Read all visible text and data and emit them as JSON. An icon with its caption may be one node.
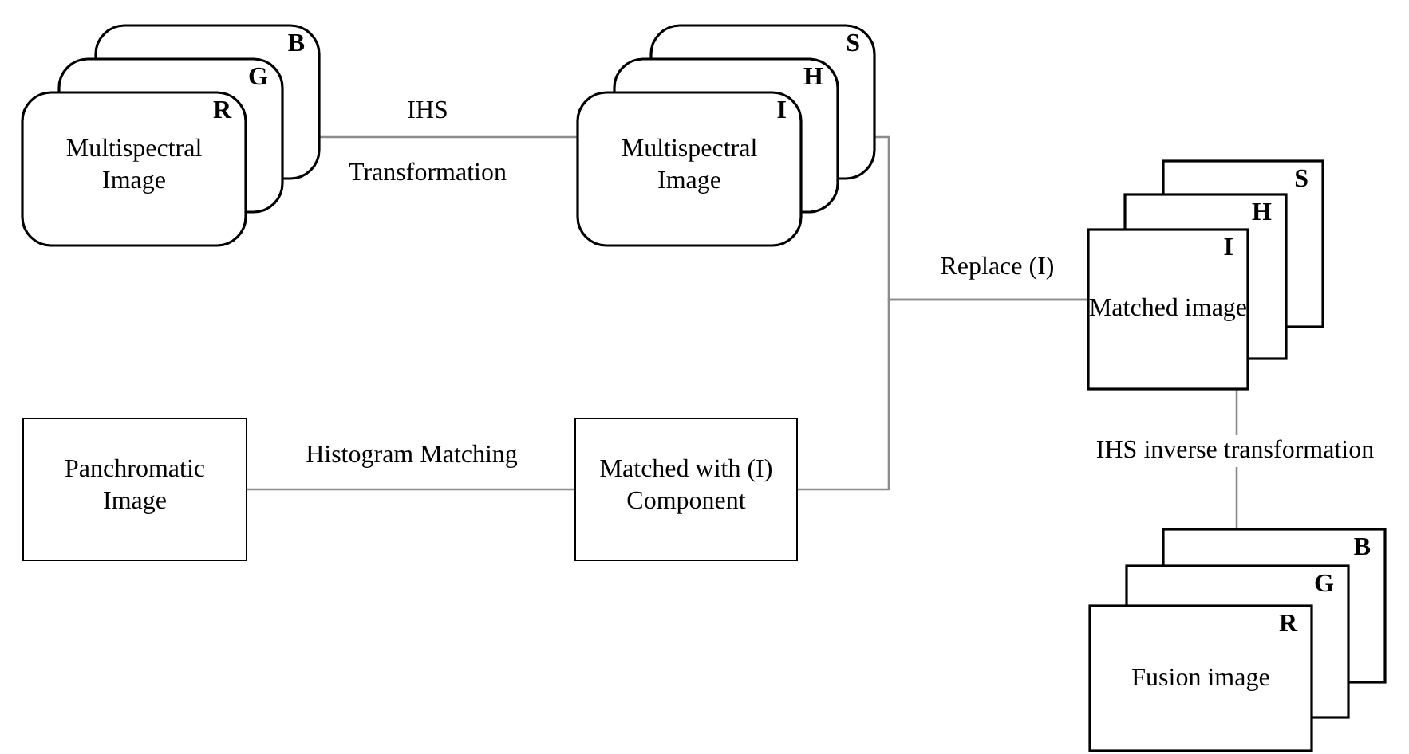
{
  "diagram": {
    "nodes": [
      {
        "text": [
          "B",
          "G",
          "R",
          "Multispectral Image"
        ]
      },
      {
        "text": [
          "S",
          "H",
          "I",
          "Multispectral Image"
        ]
      },
      {
        "text": [
          "S",
          "H",
          "I",
          "Matched image"
        ]
      },
      {
        "text": [
          "Panchromatic Image"
        ]
      },
      {
        "text": [
          "Matched with (I) Component"
        ]
      },
      {
        "text": [
          "B",
          "G",
          "R",
          "Fusion image"
        ]
      }
    ],
    "edges": [
      {
        "from": 0,
        "to": 1,
        "arrow": "none",
        "label": "IHS Transformation"
      },
      {
        "from": 1,
        "to": 2,
        "arrow": "none",
        "label": "Replace (I)"
      },
      {
        "from": 3,
        "to": 4,
        "arrow": "none",
        "label": "Histogram Matching"
      },
      {
        "from": 4,
        "to": 2,
        "arrow": "none"
      },
      {
        "from": 2,
        "to": 5,
        "arrow": "none",
        "label": "IHS inverse transformation"
      }
    ]
  }
}
